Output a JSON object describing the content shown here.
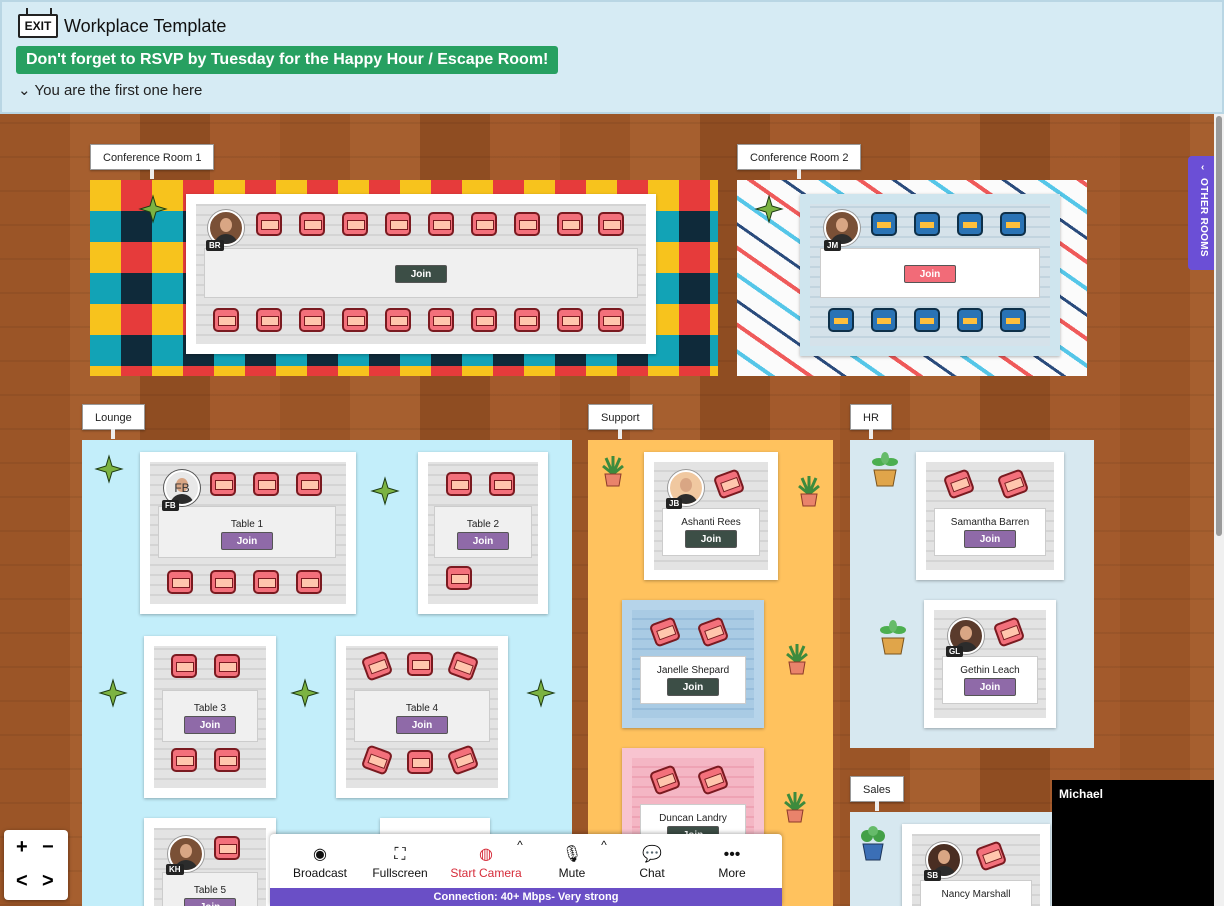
{
  "header": {
    "exit_label": "EXIT",
    "title": "Workplace Template",
    "banner": "Don't forget to RSVP by Tuesday for the Happy Hour / Escape Room!",
    "status": "You are the first one here"
  },
  "rooms": {
    "conf1": "Conference Room 1",
    "conf2": "Conference Room 2",
    "lounge": "Lounge",
    "support": "Support",
    "hr": "HR",
    "sales": "Sales"
  },
  "join_label": "Join",
  "tables": {
    "t1": "Table 1",
    "t2": "Table 2",
    "t3": "Table 3",
    "t4": "Table 4",
    "t5": "Table 5"
  },
  "people": {
    "br": "BR",
    "jm": "JM",
    "fb": "FB",
    "jb": "JB",
    "gl": "GL",
    "kh": "KH",
    "sb": "SB",
    "ashanti": "Ashanti Rees",
    "janelle": "Janelle Shepard",
    "duncan": "Duncan Landry",
    "samantha": "Samantha Barren",
    "gethin": "Gethin Leach",
    "nancy": "Nancy Marshall"
  },
  "zoom": {
    "plus": "+",
    "minus": "−",
    "prev": "<",
    "next": ">"
  },
  "toolbar": {
    "broadcast": "Broadcast",
    "fullscreen": "Fullscreen",
    "camera": "Start Camera",
    "mute": "Mute",
    "chat": "Chat",
    "more": "More",
    "connection": "Connection: 40+ Mbps- Very strong"
  },
  "video_name": "Michael",
  "other_rooms": "OTHER ROOMS",
  "colors": {
    "banner": "#27a061",
    "accent": "#6b4fd6",
    "camera_red": "#d62c3a"
  }
}
